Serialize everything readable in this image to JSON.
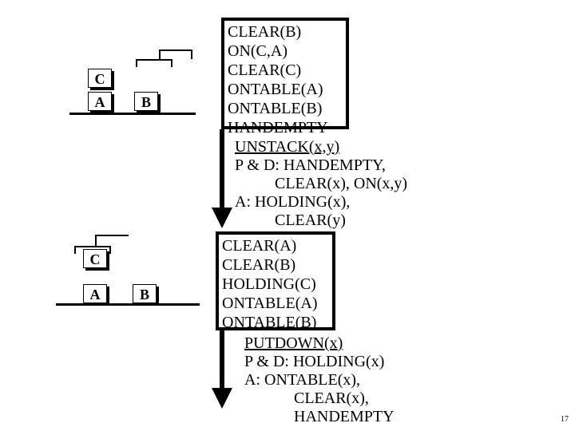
{
  "scene1": {
    "blocks": {
      "c": "C",
      "a": "A",
      "b": "B"
    },
    "state": [
      "CLEAR(B)",
      "ON(C,A)",
      "CLEAR(C)",
      "ONTABLE(A)",
      "ONTABLE(B)",
      "HANDEMPTY"
    ]
  },
  "op1": {
    "name": "UNSTACK(x,y)",
    "lines": [
      "P & D: HANDEMPTY,",
      "CLEAR(x),  ON(x,y)",
      "A: HOLDING(x),",
      "CLEAR(y)"
    ]
  },
  "scene2": {
    "blocks": {
      "c": "C",
      "a": "A",
      "b": "B"
    },
    "state": [
      "CLEAR(A)",
      "CLEAR(B)",
      "HOLDING(C)",
      "ONTABLE(A)",
      "ONTABLE(B)"
    ]
  },
  "op2": {
    "name": "PUTDOWN(x)",
    "lines": [
      "P & D: HOLDING(x)",
      "A: ONTABLE(x),",
      "CLEAR(x),",
      "HANDEMPTY"
    ]
  },
  "page_number": "17"
}
